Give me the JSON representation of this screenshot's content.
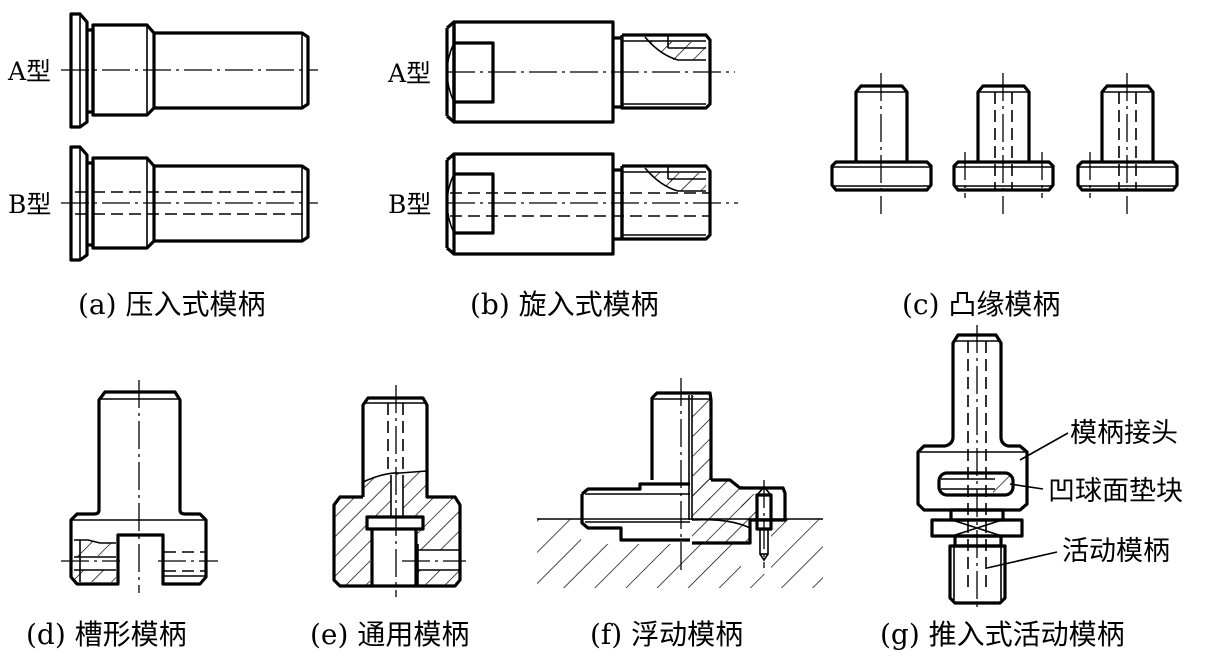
{
  "figure": {
    "title": "模柄类型"
  },
  "panels": [
    {
      "id": "a",
      "caption": "(a) 压入式模柄",
      "variants": [
        "A型",
        "B型"
      ]
    },
    {
      "id": "b",
      "caption": "(b) 旋入式模柄",
      "variants": [
        "A型",
        "B型"
      ]
    },
    {
      "id": "c",
      "caption": "(c) 凸缘模柄"
    },
    {
      "id": "d",
      "caption": "(d) 槽形模柄"
    },
    {
      "id": "e",
      "caption": "(e) 通用模柄"
    },
    {
      "id": "f",
      "caption": "(f) 浮动模柄"
    },
    {
      "id": "g",
      "caption": "(g) 推入式活动模柄",
      "callouts": [
        "模柄接头",
        "凹球面垫块",
        "活动模柄"
      ]
    }
  ]
}
